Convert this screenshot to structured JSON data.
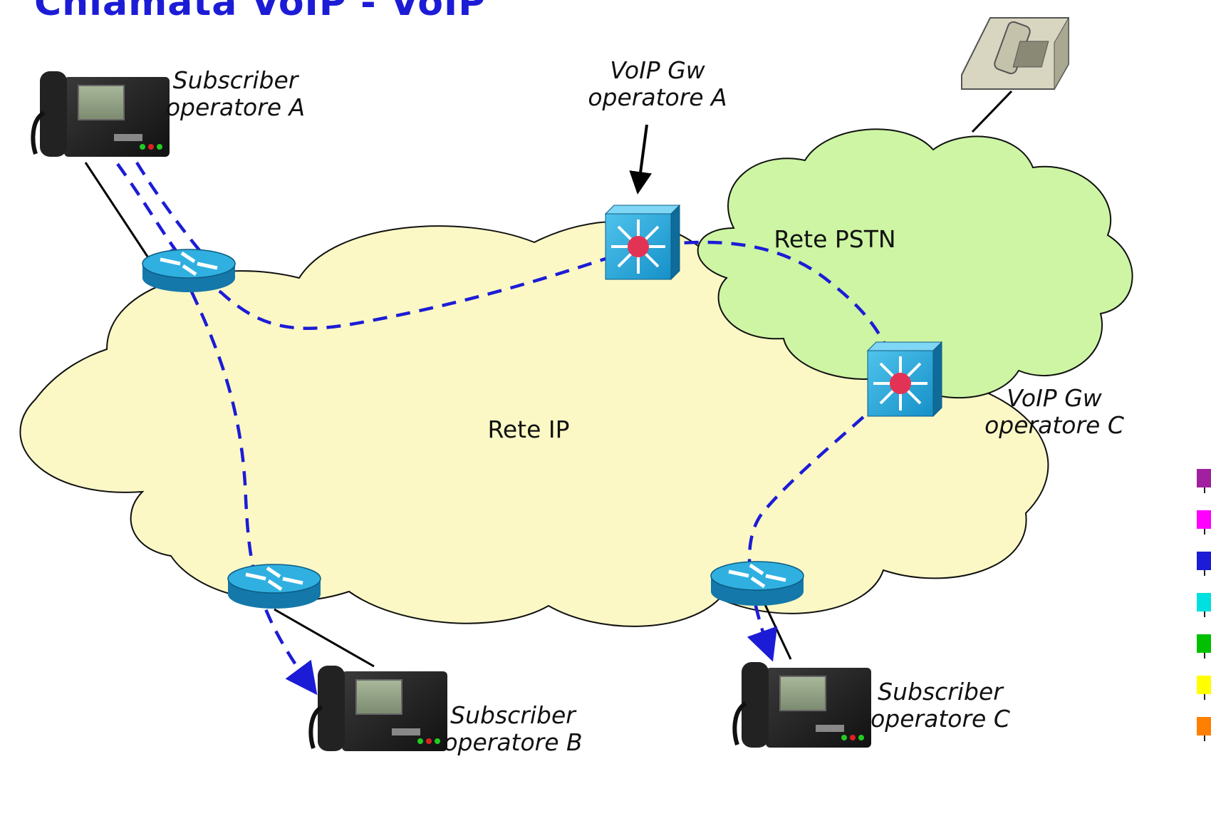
{
  "title": "Chiamata VoIP - VoIP",
  "labels": {
    "subscriber_a": [
      "Subscriber",
      "operatore A"
    ],
    "gw_a": [
      "VoIP Gw",
      "operatore A"
    ],
    "gw_c": [
      "VoIP Gw",
      "operatore C"
    ],
    "subscriber_b": [
      "Subscriber",
      "operatore B"
    ],
    "subscriber_c": [
      "Subscriber",
      "operatore C"
    ],
    "rete_ip": "Rete IP",
    "rete_pstn": "Rete PSTN"
  },
  "colors": {
    "title": "#1c1cd6",
    "ip_cloud": "#fbf8c6",
    "pstn_cloud": "#cdf5a4",
    "call_path": "#1c1cd6",
    "device": "#1da3d6",
    "gateway_dot": "#e33355"
  },
  "legend_colors": [
    "#a020a0",
    "#ff00ff",
    "#1c1cd6",
    "#00e0e0",
    "#00c000",
    "#ffff00",
    "#ff8000"
  ]
}
